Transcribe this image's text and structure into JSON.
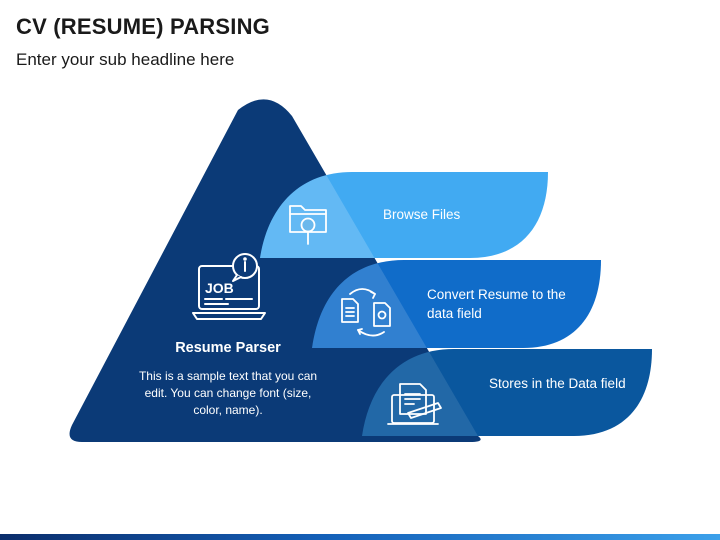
{
  "header": {
    "title": "CV (RESUME) PARSING",
    "subtitle": "Enter your sub headline here"
  },
  "center": {
    "icon": "job-icon",
    "icon_text": "JOB",
    "title": "Resume Parser",
    "text": "This is a sample text that you can edit. You can change font (size, color, name)."
  },
  "steps": [
    {
      "icon": "folder-search-icon",
      "label": "Browse Files"
    },
    {
      "icon": "document-convert-icon",
      "label": "Convert Resume to the data field"
    },
    {
      "icon": "document-store-icon",
      "label": "Stores in the Data field"
    }
  ],
  "colors": {
    "triangle": "#0b3a77",
    "step1": "#41aaf2",
    "step2": "#106cc9",
    "step3": "#0a579e",
    "bottom_bar": "#1460b8"
  }
}
